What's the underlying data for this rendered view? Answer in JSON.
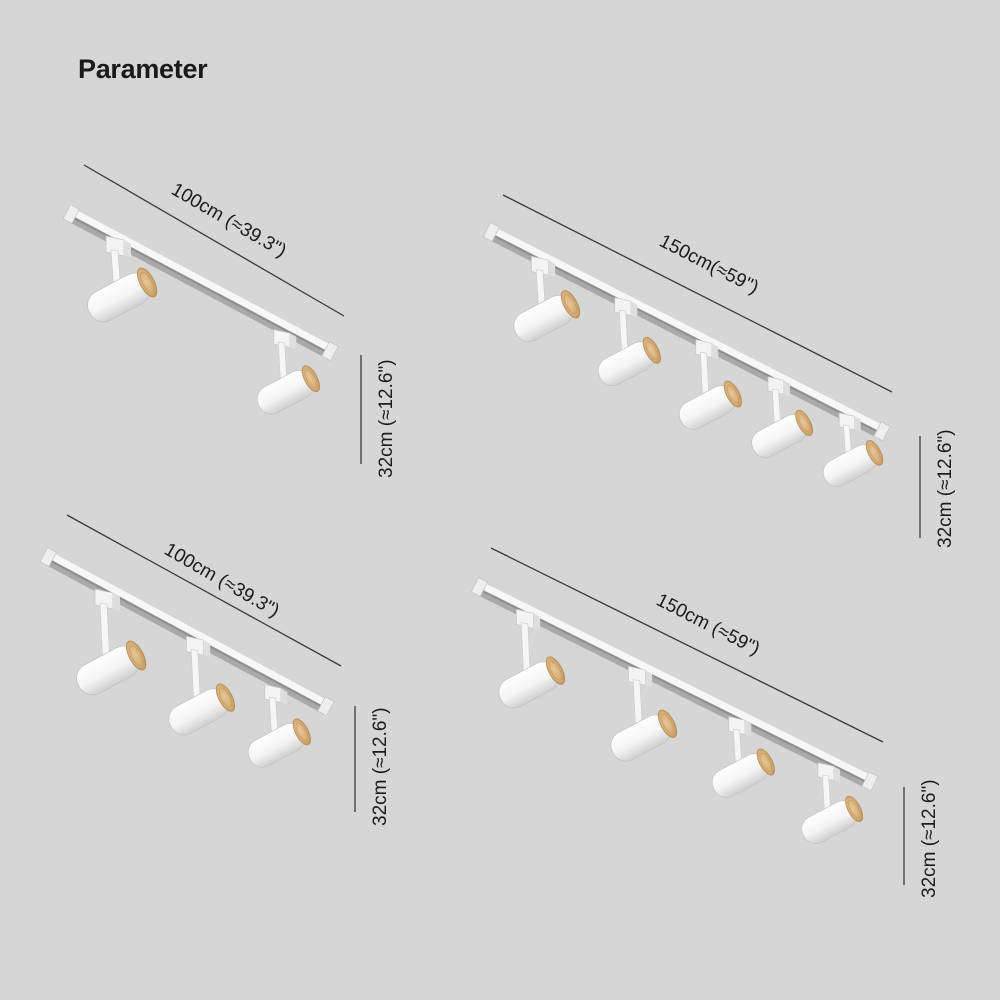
{
  "title": "Parameter",
  "colors": {
    "background": "#d6d6d6",
    "track": "#f7f7f7",
    "track_shadow": "#a9a9a9",
    "lamp_body": "#fbfbfb",
    "wood": "#d8b482",
    "dimension_line": "#3a3a3a"
  },
  "configurations": [
    {
      "id": "two-light-100",
      "lamp_count": 2,
      "length_label": "100cm (≈39.3\")",
      "height_label": "32cm (≈12.6\")"
    },
    {
      "id": "five-light-150",
      "lamp_count": 5,
      "length_label": "150cm(≈59'')",
      "height_label": "32cm (≈12.6\")"
    },
    {
      "id": "three-light-100",
      "lamp_count": 3,
      "length_label": "100cm (≈39.3\")",
      "height_label": "32cm (≈12.6\")"
    },
    {
      "id": "four-light-150",
      "lamp_count": 4,
      "length_label": "150cm (≈59\")",
      "height_label": "32cm (≈12.6\")"
    }
  ]
}
